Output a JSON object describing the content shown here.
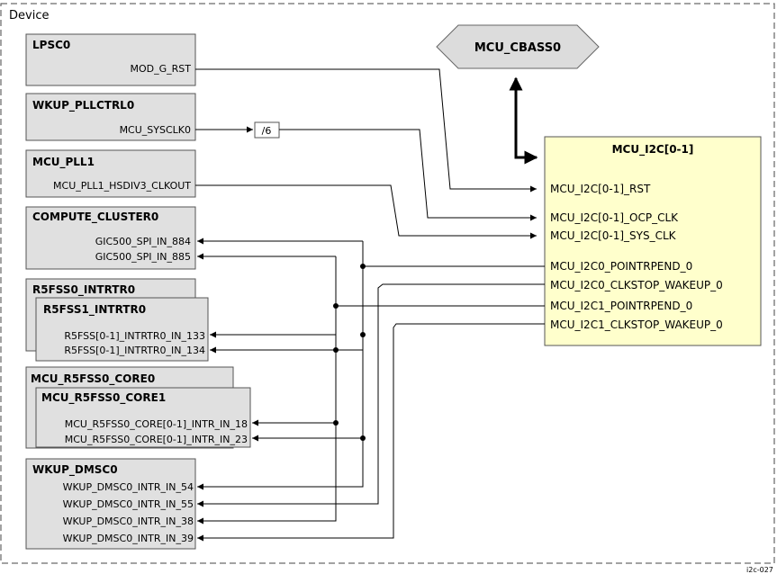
{
  "container_label": "Device",
  "figure_id": "i2c-027",
  "bus": {
    "label": "MCU_CBASS0"
  },
  "divider_label": "/6",
  "i2c": {
    "title": "MCU_I2C[0-1]",
    "ports": {
      "rst": "MCU_I2C[0-1]_RST",
      "ocp": "MCU_I2C[0-1]_OCP_CLK",
      "sys": "MCU_I2C[0-1]_SYS_CLK",
      "p0": "MCU_I2C0_POINTRPEND_0",
      "w0": "MCU_I2C0_CLKSTOP_WAKEUP_0",
      "p1": "MCU_I2C1_POINTRPEND_0",
      "w1": "MCU_I2C1_CLKSTOP_WAKEUP_0"
    }
  },
  "blocks": {
    "lpsc": {
      "title": "LPSC0",
      "sig": "MOD_G_RST"
    },
    "pllctrl": {
      "title": "WKUP_PLLCTRL0",
      "sig": "MCU_SYSCLK0"
    },
    "pll": {
      "title": "MCU_PLL1",
      "sig": "MCU_PLL1_HSDIV3_CLKOUT"
    },
    "compute": {
      "title": "COMPUTE_CLUSTER0",
      "sig1": "GIC500_SPI_IN_884",
      "sig2": "GIC500_SPI_IN_885"
    },
    "r5fss0": {
      "title": "R5FSS0_INTRTR0"
    },
    "r5fss1": {
      "title": "R5FSS1_INTRTR0",
      "sig1": "R5FSS[0-1]_INTRTR0_IN_133",
      "sig2": "R5FSS[0-1]_INTRTR0_IN_134"
    },
    "core0": {
      "title": "MCU_R5FSS0_CORE0"
    },
    "core1": {
      "title": "MCU_R5FSS0_CORE1",
      "sig1": "MCU_R5FSS0_CORE[0-1]_INTR_IN_18",
      "sig2": "MCU_R5FSS0_CORE[0-1]_INTR_IN_23"
    },
    "dmsc": {
      "title": "WKUP_DMSC0",
      "sig1": "WKUP_DMSC0_INTR_IN_54",
      "sig2": "WKUP_DMSC0_INTR_IN_55",
      "sig3": "WKUP_DMSC0_INTR_IN_38",
      "sig4": "WKUP_DMSC0_INTR_IN_39"
    }
  },
  "colors": {
    "block_fill": "#e0e0e0",
    "i2c_fill": "#ffffcc",
    "bus_fill": "#dcdcdc",
    "line": "#000000",
    "border": "#444444"
  }
}
